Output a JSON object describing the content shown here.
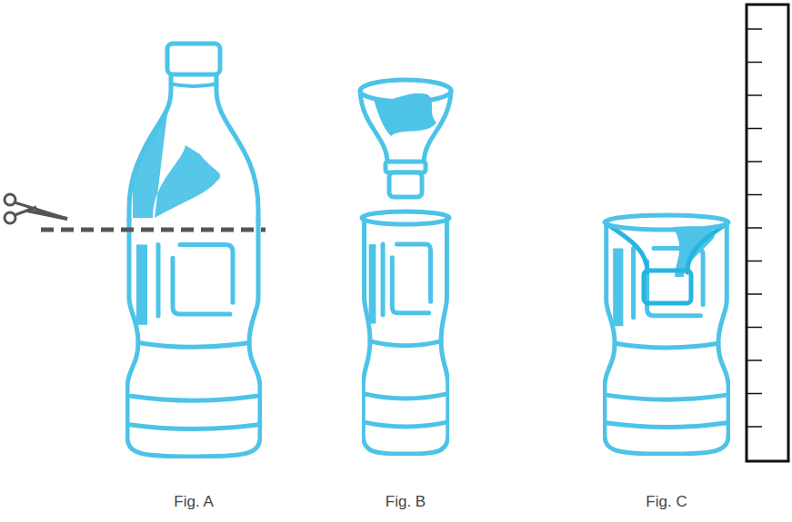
{
  "diagram": {
    "labels": [
      "Fig. A",
      "Fig. B",
      "Fig. C"
    ]
  }
}
